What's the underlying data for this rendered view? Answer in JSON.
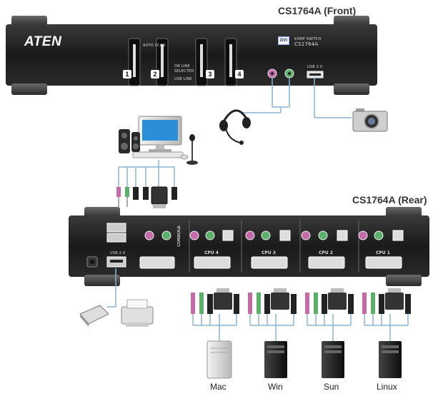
{
  "front": {
    "title": "CS1764A (Front)",
    "brand": "ATEN",
    "badge_dvi": "DVI",
    "badge_line1": "KVMP SWITCH",
    "badge_line2": "CS1764A",
    "ports": [
      "1",
      "2",
      "3",
      "4"
    ],
    "auto_scan": "AUTO SCAN",
    "on_line": "ON LINE",
    "selected": "SELECTED",
    "usb_link": "USB LINK",
    "usb_label": "USB 2.0"
  },
  "rear": {
    "title": "CS1764A (Rear)",
    "usb_label": "USB 2.0",
    "console": "CONSOLE",
    "cpus": [
      "CPU 4",
      "CPU 3",
      "CPU 2",
      "CPU 1"
    ]
  },
  "computers": [
    "Mac",
    "Win",
    "Sun",
    "Linux"
  ],
  "colors": {
    "device_body": "#1e1e1e",
    "foot": "#4a4a4a",
    "mic_pink": "#c46aa8",
    "speaker_green": "#5bb06a",
    "cable": "#8ab4d4"
  }
}
